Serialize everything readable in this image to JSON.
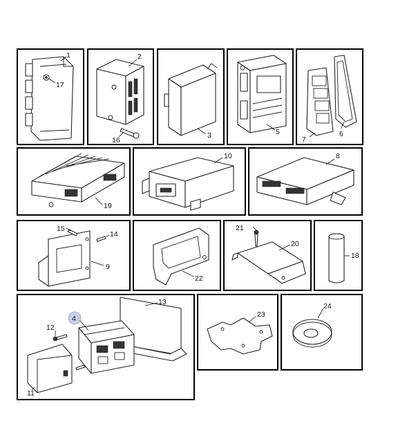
{
  "callouts": {
    "c1": "1",
    "c2": "2",
    "c3": "3",
    "c4": "4",
    "c5": "5",
    "c6": "6",
    "c7": "7",
    "c8": "8",
    "c9": "9",
    "c10": "10",
    "c11": "11",
    "c12": "12",
    "c13": "13",
    "c14": "14",
    "c15": "15",
    "c16": "16",
    "c17": "17",
    "c18": "18",
    "c19": "19",
    "c20": "20",
    "c21": "21",
    "c22": "22",
    "c23": "23",
    "c24": "24"
  },
  "highlight_color": "#c9cfe6"
}
